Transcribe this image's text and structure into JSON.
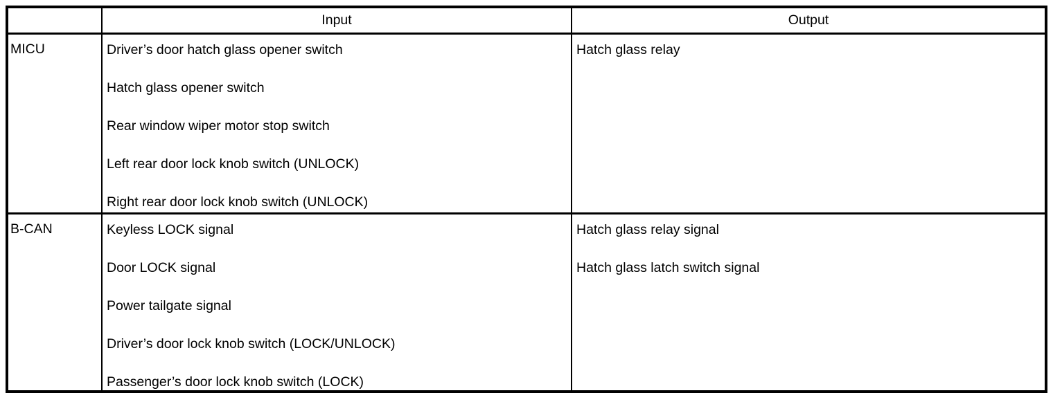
{
  "table": {
    "header": {
      "corner": "",
      "input": "Input",
      "output": "Output"
    },
    "rows": [
      {
        "label": "MICU",
        "inputs": [
          "Driver’s door hatch glass opener switch",
          "Hatch glass opener switch",
          "Rear window wiper motor stop switch",
          "Left rear door lock knob switch (UNLOCK)",
          "Right rear door lock knob switch (UNLOCK)"
        ],
        "outputs": [
          "Hatch glass relay"
        ]
      },
      {
        "label": "B-CAN",
        "inputs": [
          "Keyless LOCK signal",
          "Door LOCK signal",
          "Power tailgate signal",
          "Driver’s door lock knob switch (LOCK/UNLOCK)",
          "Passenger’s door lock knob switch (LOCK)"
        ],
        "outputs": [
          "Hatch glass relay signal",
          "Hatch glass latch switch signal"
        ]
      }
    ],
    "colors": {
      "border": "#000000",
      "text": "#000000",
      "background": "#ffffff"
    }
  }
}
